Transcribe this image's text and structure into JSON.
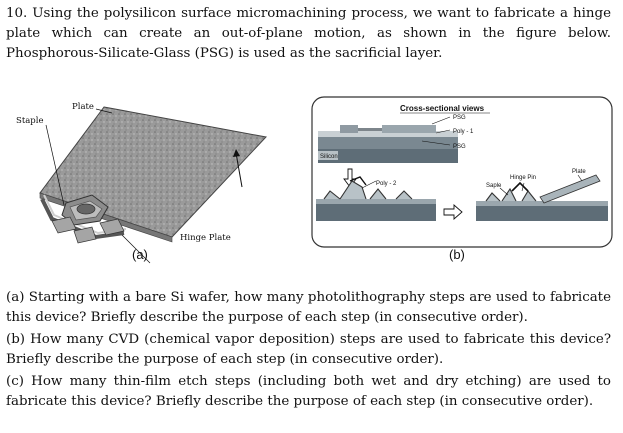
{
  "question": {
    "text": "10. Using the polysilicon surface micromachining process, we want to fabricate a hinge plate which can create an out-of-plane motion, as shown in the figure below. Phosphorous-Silicate-Glass (PSG) is used as the sacrificial layer."
  },
  "figure_a": {
    "caption": "(a)",
    "labels": {
      "plate": "Plate",
      "staple": "Staple",
      "hinge_plate": "Hinge Plate"
    }
  },
  "figure_b": {
    "caption": "(b)",
    "title": "Cross-sectional views",
    "labels": {
      "psg_top": "PSG",
      "poly1": "Poly - 1",
      "psg_bottom": "PSG",
      "silicon": "Silicon",
      "poly2": "Poly - 2",
      "hinge_pin": "Hinge Pin",
      "plate": "Plate",
      "staple": "Saple"
    }
  },
  "subquestions": {
    "a": "(a) Starting with a bare Si wafer, how many photolithography steps are used to fabricate this device? Briefly describe the purpose of each step (in consecutive order).",
    "b": "(b) How many CVD (chemical vapor deposition) steps are used to fabricate this device? Briefly describe the purpose of each step (in consecutive order).",
    "c": "(c) How many thin-film etch steps (including both wet and dry etching) are used to fabricate this device? Briefly describe the purpose of each step (in consecutive order)."
  }
}
